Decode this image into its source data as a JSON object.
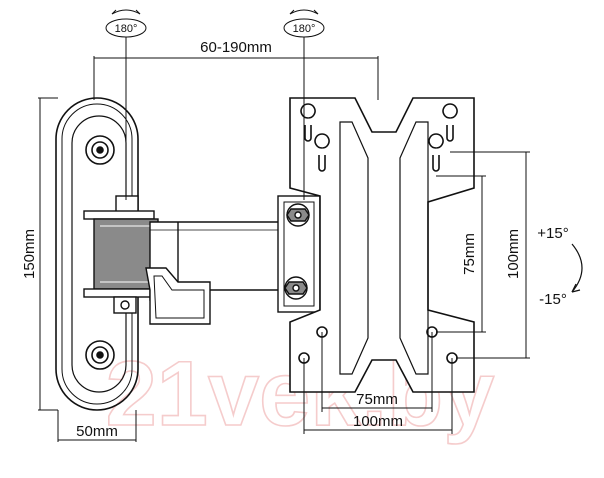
{
  "dimensions": {
    "arm_extension": "60-190mm",
    "wall_plate_height": "150mm",
    "wall_plate_width": "50mm",
    "vesa_small_vertical": "75mm",
    "vesa_large_vertical": "100mm",
    "vesa_small_horizontal": "75mm",
    "vesa_large_horizontal": "100mm"
  },
  "rotation": {
    "swivel_wall": "180°",
    "swivel_head": "180°",
    "tilt_up": "+15°",
    "tilt_down": "-15°"
  },
  "watermark": "21vek.by",
  "colors": {
    "line": "#111111",
    "fill_dark": "#8a8a8a",
    "watermark": "#f4c7c7"
  }
}
